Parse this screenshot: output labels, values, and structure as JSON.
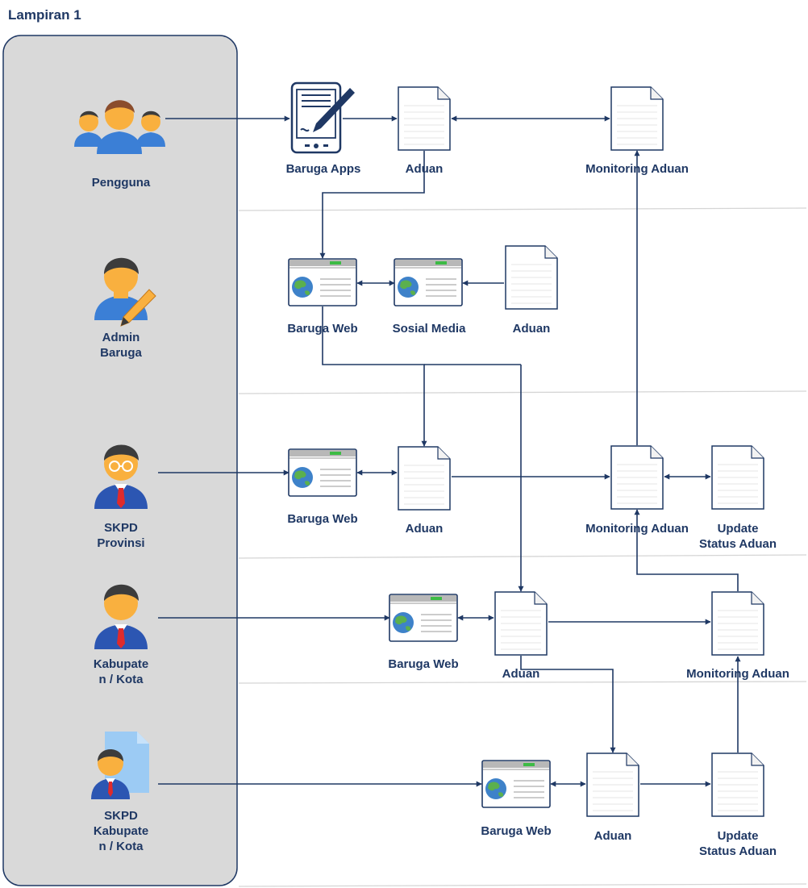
{
  "title": "Lampiran 1",
  "actors": [
    {
      "id": "pengguna",
      "icon": "user-group-icon",
      "lines": [
        "Pengguna"
      ]
    },
    {
      "id": "admin",
      "icon": "admin-editor-icon",
      "lines": [
        "Admin",
        "Baruga"
      ]
    },
    {
      "id": "skpd-provinsi",
      "icon": "official-glasses-icon",
      "lines": [
        "SKPD",
        "Provinsi"
      ]
    },
    {
      "id": "kabupaten-kota",
      "icon": "official-icon",
      "lines": [
        "Kabupate",
        "n / Kota"
      ]
    },
    {
      "id": "skpd-kabupaten",
      "icon": "official-document-icon",
      "lines": [
        "SKPD",
        "Kabupate",
        "n / Kota"
      ]
    }
  ],
  "nodes": [
    {
      "id": "n1",
      "icon": "tablet-pen-icon",
      "lines": [
        "Baruga Apps"
      ]
    },
    {
      "id": "n2",
      "icon": "document-icon",
      "lines": [
        "Aduan"
      ]
    },
    {
      "id": "n3",
      "icon": "document-icon",
      "lines": [
        "Monitoring Aduan"
      ]
    },
    {
      "id": "n4",
      "icon": "web-browser-icon",
      "lines": [
        "Baruga Web"
      ]
    },
    {
      "id": "n5",
      "icon": "web-browser-icon",
      "lines": [
        "Sosial Media"
      ]
    },
    {
      "id": "n6",
      "icon": "document-icon",
      "lines": [
        "Aduan"
      ]
    },
    {
      "id": "n7",
      "icon": "web-browser-icon",
      "lines": [
        "Baruga Web"
      ]
    },
    {
      "id": "n8",
      "icon": "document-icon",
      "lines": [
        "Aduan"
      ]
    },
    {
      "id": "n9",
      "icon": "document-icon",
      "lines": [
        "Monitoring Aduan"
      ]
    },
    {
      "id": "n10",
      "icon": "document-icon",
      "lines": [
        "Update",
        "Status Aduan"
      ]
    },
    {
      "id": "n11",
      "icon": "web-browser-icon",
      "lines": [
        "Baruga Web"
      ]
    },
    {
      "id": "n12",
      "icon": "document-icon",
      "lines": [
        "Aduan"
      ]
    },
    {
      "id": "n13",
      "icon": "document-icon",
      "lines": [
        "Monitoring Aduan"
      ]
    },
    {
      "id": "n14",
      "icon": "web-browser-icon",
      "lines": [
        "Baruga Web"
      ]
    },
    {
      "id": "n15",
      "icon": "document-icon",
      "lines": [
        "Aduan"
      ]
    },
    {
      "id": "n16",
      "icon": "document-icon",
      "lines": [
        "Update",
        "Status Aduan"
      ]
    }
  ],
  "connectors": [
    {
      "from": "pengguna",
      "to": "n1",
      "direction": "forward"
    },
    {
      "from": "n1",
      "to": "n2",
      "direction": "forward"
    },
    {
      "from": "n2",
      "to": "n3",
      "direction": "both"
    },
    {
      "from": "n2",
      "to": "n4",
      "direction": "forward"
    },
    {
      "from": "n4",
      "to": "n5",
      "direction": "both"
    },
    {
      "from": "n6",
      "to": "n5",
      "direction": "forward"
    },
    {
      "from": "n4",
      "to": "n8",
      "direction": "forward"
    },
    {
      "from": "n4",
      "to": "n12",
      "direction": "forward"
    },
    {
      "from": "skpd-provinsi",
      "to": "n7",
      "direction": "forward"
    },
    {
      "from": "n7",
      "to": "n8",
      "direction": "both"
    },
    {
      "from": "n8",
      "to": "n9",
      "direction": "forward"
    },
    {
      "from": "n9",
      "to": "n3",
      "direction": "forward"
    },
    {
      "from": "n9",
      "to": "n10",
      "direction": "both"
    },
    {
      "from": "kabupaten-kota",
      "to": "n11",
      "direction": "forward"
    },
    {
      "from": "n11",
      "to": "n12",
      "direction": "both"
    },
    {
      "from": "n12",
      "to": "n13",
      "direction": "forward"
    },
    {
      "from": "n13",
      "to": "n9",
      "direction": "forward"
    },
    {
      "from": "n12",
      "to": "n15",
      "direction": "forward"
    },
    {
      "from": "skpd-kabupaten",
      "to": "n14",
      "direction": "forward"
    },
    {
      "from": "n14",
      "to": "n15",
      "direction": "both"
    },
    {
      "from": "n15",
      "to": "n16",
      "direction": "forward"
    },
    {
      "from": "n16",
      "to": "n13",
      "direction": "forward"
    }
  ],
  "colors": {
    "ink": "#1f3864",
    "lane_fill": "#d9d9d9",
    "skin": "#f9b03f",
    "shirt_blue": "#3b7fd6",
    "suit": "#2c56b2",
    "hair": "#3c3c3c",
    "tie": "#e02b2b",
    "page_blue": "#9ccbf4"
  }
}
